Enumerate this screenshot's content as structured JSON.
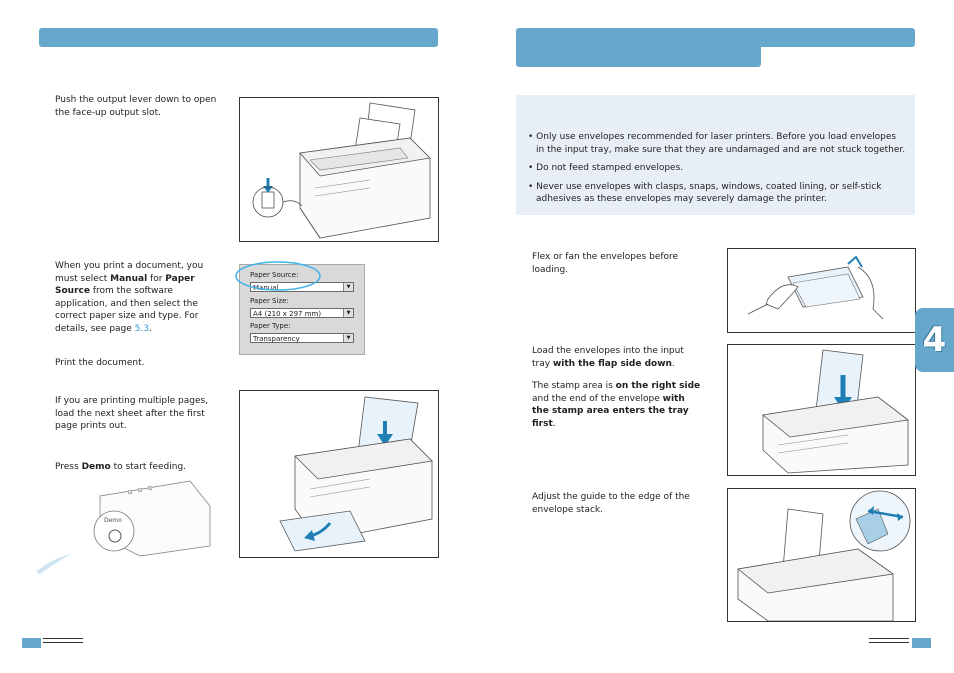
{
  "left": {
    "step1": "Push the output lever down to open the face-up output slot.",
    "step2": {
      "p1": "When you print a document, you must select ",
      "b1": "Manual",
      "p2": " for ",
      "b2": "Paper Source",
      "p3": " from the software application, and then select the correct paper size and type. For details, see page ",
      "link": "5.3",
      "p4": "."
    },
    "step3": "Print the document.",
    "step4": "If you are printing multiple pages, load the next sheet after the first page prints out.",
    "step5": {
      "p1": "Press ",
      "b1": "Demo",
      "p2": " to start feeding."
    },
    "dialog": {
      "source_label": "Paper Source:",
      "source_value": "Manual",
      "size_label": "Paper Size:",
      "size_value": "A4 (210 x 297 mm)",
      "type_label": "Paper Type:",
      "type_value": "Transparency"
    },
    "button_label": "Demo"
  },
  "right": {
    "notes": [
      "Only use envelopes recommended for laser printers. Before you load envelopes in the input tray, make sure that they are undamaged and are not stuck together.",
      "Do not feed stamped envelopes.",
      "Never use envelopes with clasps, snaps, windows, coated lining, or self-stick adhesives as these envelopes may severely damage the printer."
    ],
    "step1": "Flex or fan the envelopes before loading.",
    "step2": {
      "p1": "Load the envelopes into the input tray ",
      "b1": "with the flap side down",
      "p2": ".",
      "p3": "The stamp area is ",
      "b2": "on the right side",
      "p4": " and the end of the envelope ",
      "b3": "with the stamp area enters the tray first",
      "p5": "."
    },
    "step3": "Adjust the guide to the edge of the envelope stack.",
    "chapter_tab": "4"
  },
  "colors": {
    "accent": "#66a8cb",
    "note_bg": "#e8eef5",
    "link": "#3a9ad9",
    "arrow": "#1f7fb5"
  }
}
